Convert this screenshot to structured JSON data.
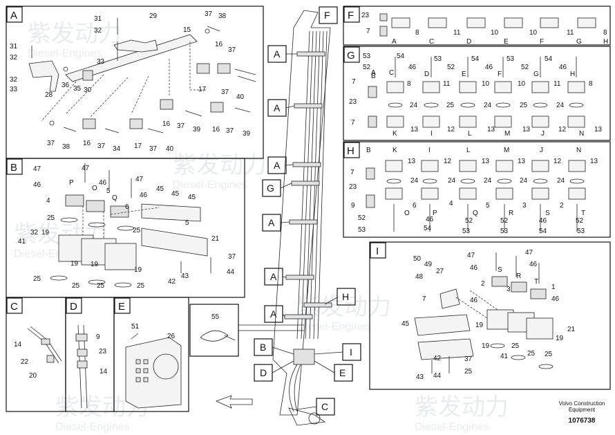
{
  "watermark": {
    "cn": "紫发动力",
    "en": "Diesel-Engines"
  },
  "panels": {
    "a": "A",
    "b": "B",
    "c": "C",
    "d": "D",
    "e": "E",
    "f": "F",
    "g": "G",
    "h": "H",
    "i": "I"
  },
  "boom_callouts": [
    "F",
    "A",
    "A",
    "A",
    "G",
    "A",
    "A",
    "A",
    "H",
    "B",
    "I",
    "D",
    "E",
    "C"
  ],
  "footer": {
    "brand_line1": "Volvo Construction",
    "brand_line2": "Equipment",
    "drawing_number": "1076738"
  },
  "callouts": [
    "31",
    "32",
    "29",
    "37",
    "38",
    "31",
    "32",
    "15",
    "33",
    "16",
    "37",
    "32",
    "33",
    "36",
    "35",
    "30",
    "28",
    "17",
    "37",
    "40",
    "16",
    "37",
    "39",
    "16",
    "37",
    "39",
    "37",
    "38",
    "16",
    "37",
    "34",
    "17",
    "37",
    "40",
    "47",
    "47",
    "46",
    "46",
    "47",
    "P",
    "O",
    "4",
    "5",
    "46",
    "Q",
    "6",
    "45",
    "45",
    "45",
    "25",
    "25",
    "32",
    "19",
    "19",
    "5",
    "41",
    "19",
    "25",
    "21",
    "19",
    "37",
    "25",
    "25",
    "25",
    "42",
    "43",
    "44",
    "14",
    "22",
    "20",
    "9",
    "23",
    "14",
    "51",
    "26",
    "55",
    "23",
    "7",
    "8",
    "11",
    "10",
    "10",
    "11",
    "8",
    "A",
    "C",
    "D",
    "E",
    "F",
    "G",
    "H",
    "53",
    "54",
    "53",
    "54",
    "53",
    "54",
    "52",
    "46",
    "52",
    "46",
    "52",
    "46",
    "A",
    "C",
    "D",
    "E",
    "F",
    "G",
    "H",
    "7",
    "8",
    "11",
    "10",
    "10",
    "11",
    "8",
    "23",
    "24",
    "25",
    "24",
    "25",
    "24",
    "7",
    "B",
    "K",
    "I",
    "L",
    "M",
    "J",
    "N",
    "13",
    "12",
    "13",
    "13",
    "12",
    "13",
    "B",
    "K",
    "I",
    "L",
    "M",
    "J",
    "N",
    "7",
    "13",
    "12",
    "13",
    "13",
    "12",
    "13",
    "23",
    "24",
    "24",
    "24",
    "24",
    "24",
    "9",
    "6",
    "4",
    "5",
    "3",
    "2",
    "O",
    "P",
    "Q",
    "R",
    "S",
    "T",
    "52",
    "46",
    "52",
    "52",
    "46",
    "52",
    "53",
    "54",
    "53",
    "53",
    "54",
    "53",
    "47",
    "47",
    "50",
    "49",
    "27",
    "46",
    "46",
    "48",
    "S",
    "R",
    "T",
    "2",
    "3",
    "1",
    "7",
    "46",
    "46",
    "19",
    "45",
    "21",
    "19",
    "41",
    "25",
    "25",
    "25",
    "19",
    "37",
    "42",
    "43",
    "44",
    "25"
  ]
}
